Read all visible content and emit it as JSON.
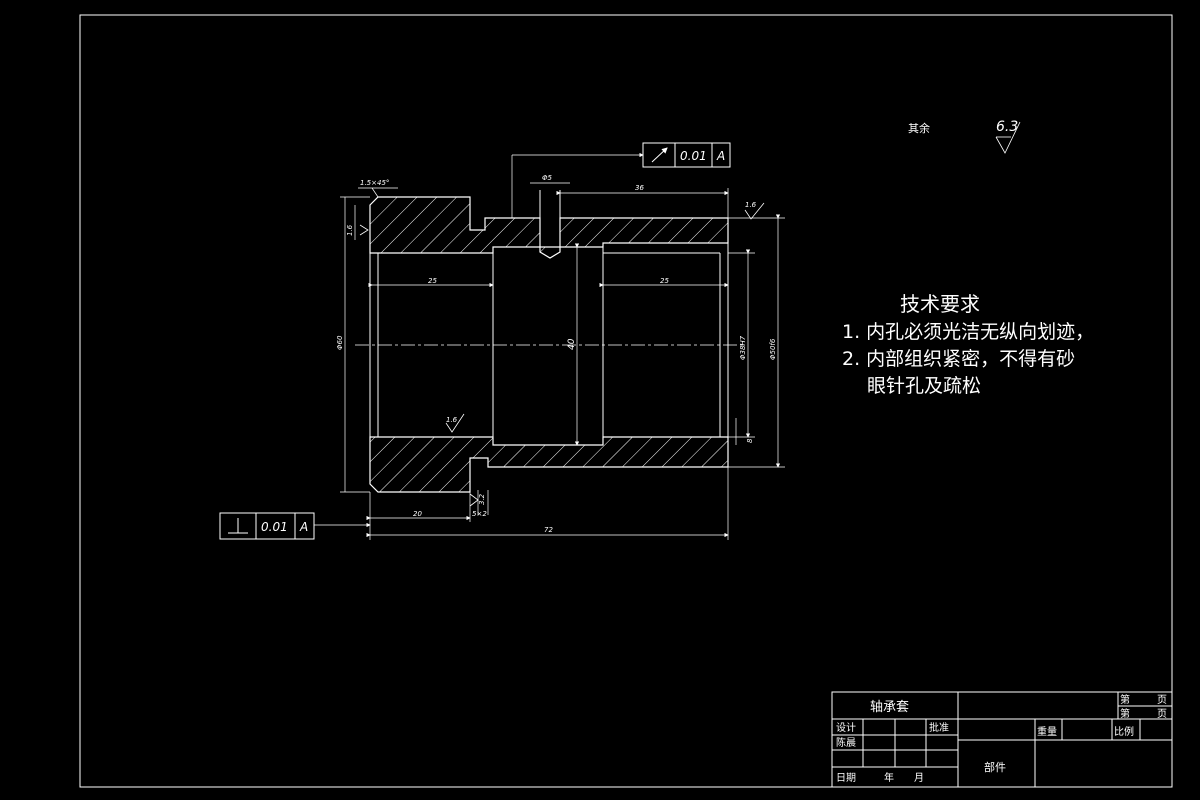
{
  "colors": {
    "background": "#000000",
    "line": "#ffffff"
  },
  "surface_finish": {
    "label": "其余",
    "value": "6.3"
  },
  "tech_requirements": {
    "title": "技术要求",
    "items": [
      "1. 内孔必须光洁无纵向划迹，",
      "2. 内部组织紧密，不得有砂",
      "眼针孔及疏松"
    ]
  },
  "tolerance_frames": {
    "runout": {
      "symbol": "runout-arrow",
      "value": "0.01",
      "datum": "A"
    },
    "perpendicularity": {
      "symbol": "perpendicular",
      "value": "0.01",
      "datum": "A"
    }
  },
  "dimensions": {
    "chamfer": "1.5×45°",
    "groove_width": "Φ5",
    "length_36": "36",
    "left_25": "25",
    "right_25": "25",
    "bore_40": "40",
    "od_left": "Φ60",
    "bore_right": "Φ38H7",
    "od_right": "Φ50f6",
    "gap_8": "8",
    "length_20": "20",
    "groove_small": "5×2",
    "total_72": "72",
    "roughness_top_left": "1.6",
    "roughness_right": "1.6",
    "roughness_inner": "1.6",
    "roughness_bottom": "3.2"
  },
  "title_block": {
    "part_name": "轴承套",
    "sheet_no_label": "第",
    "sheet_no_unit": "页",
    "sheet_total_label": "第",
    "sheet_total_unit": "页",
    "design_label": "设计",
    "designer": "陈晨",
    "approve_label": "批准",
    "weight_label": "重量",
    "scale_label": "比例",
    "date_label": "日期",
    "year_label": "年",
    "month_label": "月",
    "part_label": "部件"
  }
}
